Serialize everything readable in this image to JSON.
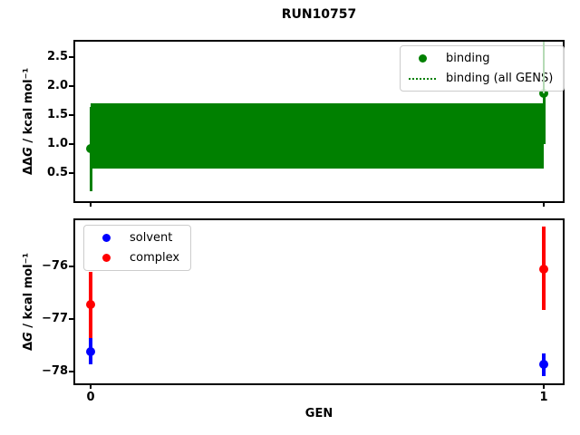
{
  "title": "RUN10757",
  "legend_border_color": "#cccccc",
  "chart_data": [
    {
      "type": "scatter",
      "ylabel": "ΔΔG / kcal mol⁻¹",
      "ylabel_parts": {
        "prefix": "ΔΔ",
        "italic": "G",
        "units": " / kcal mol⁻¹"
      },
      "xlim": [
        -0.034,
        1.042
      ],
      "ylim": [
        0.02,
        2.76
      ],
      "yticks": [
        "0.5",
        "1.0",
        "1.5",
        "2.0",
        "2.5"
      ],
      "ytick_values": [
        0.5,
        1.0,
        1.5,
        2.0,
        2.5
      ],
      "xtick_values": [
        0,
        1
      ],
      "series": [
        {
          "name": "binding",
          "color": "#008000",
          "lw": 3,
          "x": [
            0,
            1
          ],
          "y": [
            0.92,
            1.88
          ],
          "err_lo": [
            0.19,
            1.0
          ],
          "err_hi": [
            1.64,
            1.88
          ]
        }
      ],
      "band": {
        "label": "binding (all GENS)",
        "x0": 0,
        "x1": 1,
        "lo": 0.58,
        "hi": 1.7,
        "color": "#008000",
        "line_style": "dotted"
      },
      "clipped_error": {
        "x": 1,
        "from": 1.88,
        "to": 2.76,
        "color": "#b5dab5"
      },
      "legend": {
        "position": "top-right",
        "entries": [
          {
            "label": "binding",
            "marker": "dot",
            "color": "#008000"
          },
          {
            "label": "binding (all GENS)",
            "marker": "dotted-line",
            "color": "#008000"
          }
        ]
      }
    },
    {
      "type": "scatter",
      "xlabel": "GEN",
      "ylabel": "ΔG / kcal mol⁻¹",
      "ylabel_parts": {
        "prefix": "Δ",
        "italic": "G",
        "units": " / kcal mol⁻¹"
      },
      "xlim": [
        -0.034,
        1.042
      ],
      "ylim": [
        -78.23,
        -75.11
      ],
      "yticks": [
        "−76",
        "−77",
        "−78"
      ],
      "ytick_values": [
        -76,
        -77,
        -78
      ],
      "xticks": [
        "0",
        "1"
      ],
      "xtick_values": [
        0,
        1
      ],
      "series": [
        {
          "name": "solvent",
          "color": "#0000ff",
          "lw": 4,
          "x": [
            0,
            1
          ],
          "y": [
            -77.63,
            -77.87
          ],
          "err_lo": [
            -77.87,
            -78.1
          ],
          "err_hi": [
            -77.31,
            -77.66
          ]
        },
        {
          "name": "complex",
          "color": "#ff0000",
          "lw": 4,
          "x": [
            0,
            1
          ],
          "y": [
            -76.73,
            -76.05
          ],
          "err_lo": [
            -77.36,
            -76.83
          ],
          "err_hi": [
            -76.1,
            -75.23
          ]
        }
      ],
      "legend": {
        "position": "top-left",
        "entries": [
          {
            "label": "solvent",
            "marker": "dot",
            "color": "#0000ff"
          },
          {
            "label": "complex",
            "marker": "dot",
            "color": "#ff0000"
          }
        ]
      }
    }
  ]
}
